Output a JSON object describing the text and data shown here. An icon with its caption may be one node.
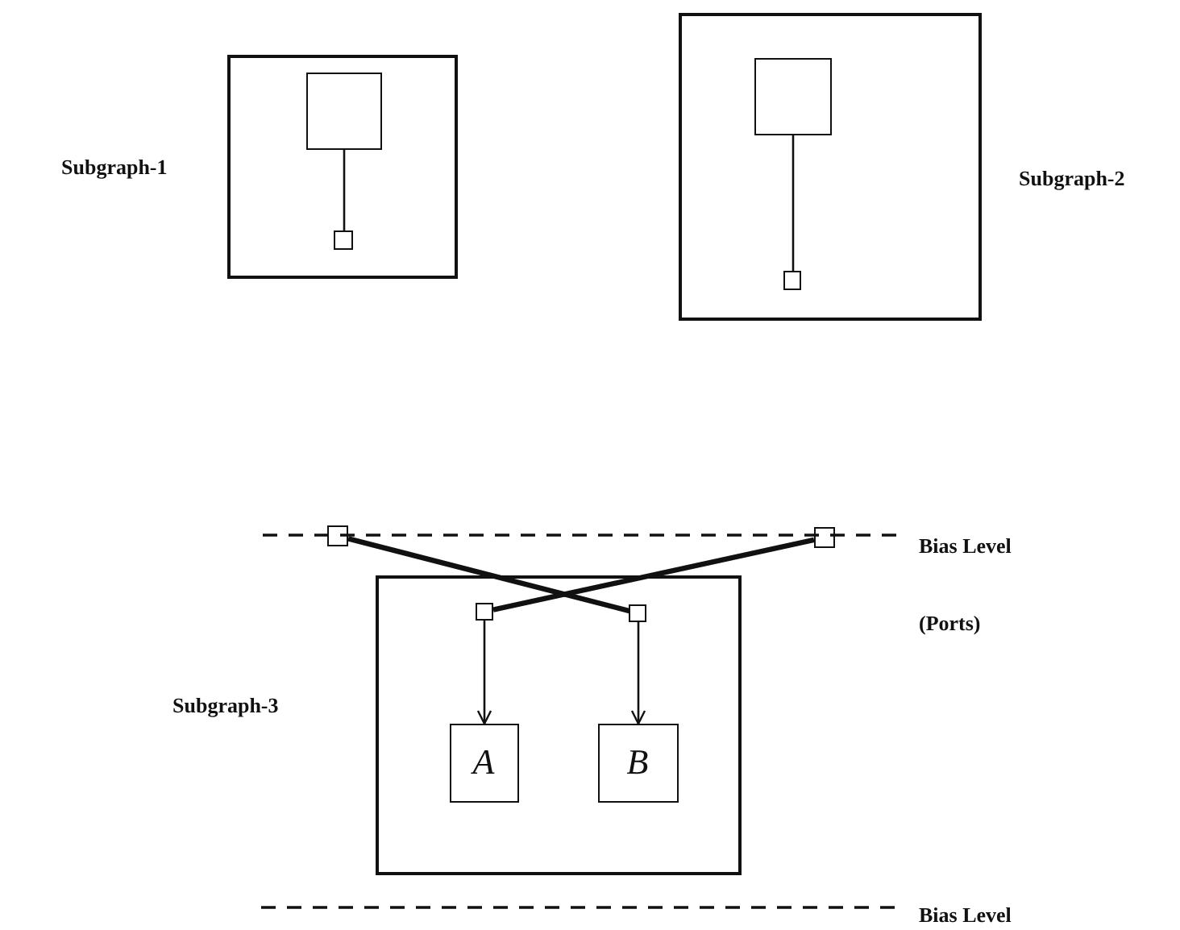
{
  "diagram": {
    "nodes": [
      {
        "text": [],
        "shape": "box"
      },
      {
        "text": [],
        "shape": "box",
        "in": 0
      },
      {
        "text": [],
        "shape": "box",
        "in": 0
      },
      {
        "text": [],
        "shape": "box"
      },
      {
        "text": [],
        "shape": "box",
        "in": 3
      },
      {
        "text": [],
        "shape": "box",
        "in": 3
      },
      {
        "text": [],
        "shape": "box"
      },
      {
        "text": [],
        "shape": "box"
      },
      {
        "text": [],
        "shape": "box"
      },
      {
        "text": [],
        "shape": "box",
        "in": 6
      },
      {
        "text": [],
        "shape": "box",
        "in": 6
      },
      {
        "text": [
          "A"
        ],
        "in": 6
      },
      {
        "text": [
          "B"
        ],
        "in": 6
      }
    ],
    "edges": [
      {
        "from": 1,
        "to": 2,
        "arrow": "none"
      },
      {
        "from": 4,
        "to": 5,
        "arrow": "none"
      },
      {
        "from": 7,
        "to": 10,
        "arrow": "none",
        "style": "thick"
      },
      {
        "from": 8,
        "to": 9,
        "arrow": "none",
        "style": "thick"
      },
      {
        "from": 9,
        "to": 11,
        "arrow": "to"
      },
      {
        "from": 10,
        "to": 12,
        "arrow": "to"
      }
    ],
    "labels": [
      "Subgraph-1",
      "Subgraph-2",
      "Bias Level",
      "(Ports)",
      "Subgraph-3",
      "Bias Level"
    ]
  }
}
